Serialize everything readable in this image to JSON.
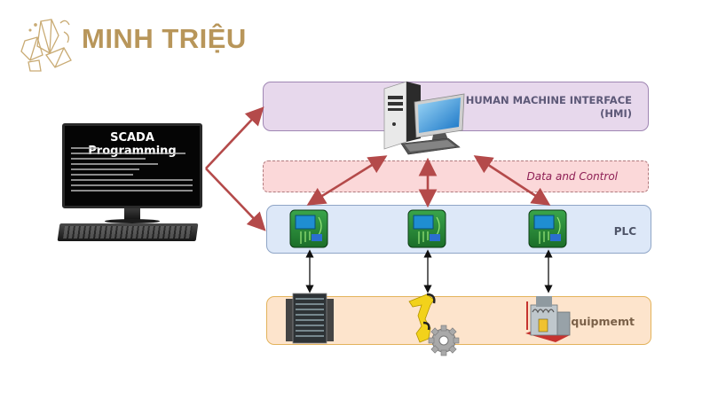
{
  "brand": {
    "name": "MINH TRIỆU",
    "color": "#b8965a"
  },
  "scada": {
    "title": "SCADA Programming"
  },
  "layers": {
    "hmi": {
      "line1": "HUMAN MACHINE INTERFACE",
      "line2": "(HMI)",
      "icon": "desktop-computer-icon"
    },
    "data_control": {
      "label": "Data and Control"
    },
    "plc": {
      "label": "PLC",
      "icon": "circuit-board-icon",
      "count": 3
    },
    "equipment": {
      "label": "Equipmemt",
      "icons": [
        "server-rack-icon",
        "robot-arm-icon",
        "factory-icon"
      ]
    }
  },
  "colors": {
    "arrow_red": "#b44a4a",
    "arrow_black": "#111111"
  }
}
